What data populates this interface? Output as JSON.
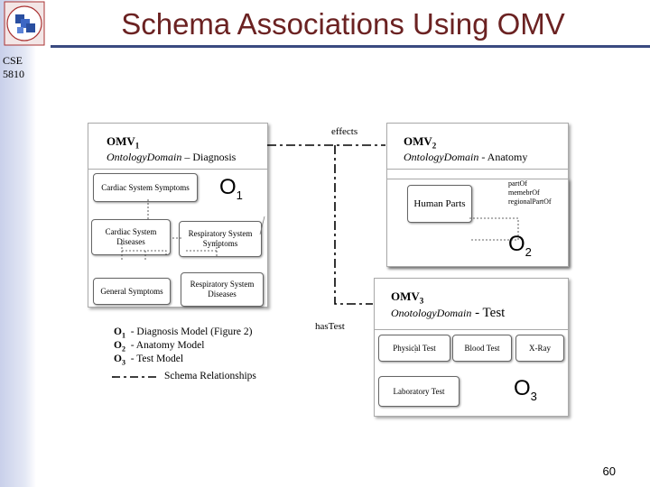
{
  "slide": {
    "title": "Schema Associations Using OMV",
    "course_lines": [
      "CSE",
      "5810"
    ],
    "page_number": "60",
    "logo_icon": "university-seal-icon"
  },
  "diagram": {
    "edge_labels": {
      "effects": "effects",
      "has_test": "hasTest"
    },
    "panels": {
      "diagnosis": {
        "omv": "OMV",
        "omv_sub": "1",
        "domain_italic": "OntologyDomain",
        "domain_rest": " – Diagnosis",
        "ontology": "O",
        "ontology_sub": "1",
        "nodes": [
          "Cardiac System Symptoms",
          "Cardiac System Diseases",
          "Respiratory System Symptoms",
          "General Symptoms",
          "Respiratory System Diseases"
        ]
      },
      "anatomy": {
        "omv": "OMV",
        "omv_sub": "2",
        "domain_italic": "OntologyDomain",
        "domain_rest": " - Anatomy",
        "ontology": "O",
        "ontology_sub": "2",
        "nodes": [
          "Human Parts"
        ],
        "relations": [
          "partOf",
          "memebrOf",
          "regionalPartOf"
        ]
      },
      "test": {
        "omv": "OMV",
        "omv_sub": "3",
        "domain_italic": "OnotologyDomain",
        "domain_rest": " - Test",
        "ontology": "O",
        "ontology_sub": "3",
        "nodes": [
          "Physical Test",
          "Blood Test",
          "X-Ray",
          "Laboratory Test"
        ]
      }
    },
    "legend": [
      {
        "symbol": "O",
        "sub": "1",
        "text": "- Diagnosis Model (Figure 2)"
      },
      {
        "symbol": "O",
        "sub": "2",
        "text": "- Anatomy  Model"
      },
      {
        "symbol": "O",
        "sub": "3",
        "text": "- Test Model"
      }
    ],
    "legend_line_text": "Schema Relationships"
  }
}
